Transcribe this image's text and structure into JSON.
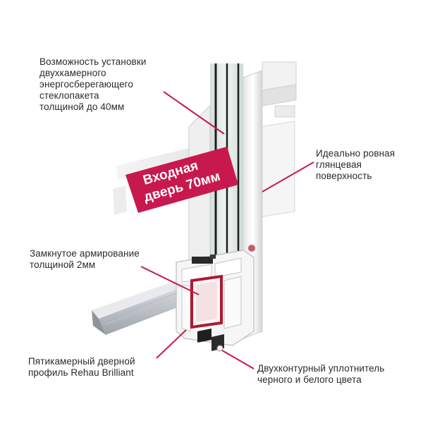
{
  "badge": {
    "line1": "Входная",
    "line2": "дверь 70мм",
    "color": "#c8194e"
  },
  "annotations": {
    "glass": "Возможность установки\nдвухкамерного\nэнергосберегающего\nстеклопакета\nтолщиной до 40мм",
    "surface": "Идеально ровная\nглянцевая\nповерхность",
    "reinforcement": "Замкнутое армирование\nтолщиной 2мм",
    "profile": "Пятикамерный дверной\nпрофиль Rehau Brilliant",
    "seal": "Двухконтурный уплотнитель\nчерного и белого цвета"
  },
  "colors": {
    "leader": "#c8194e",
    "reinforcement": "#b0182f",
    "pvc": "#f4f4f4",
    "pvc_shadow": "#cfcfcf",
    "glass": "#dfe8e4"
  }
}
